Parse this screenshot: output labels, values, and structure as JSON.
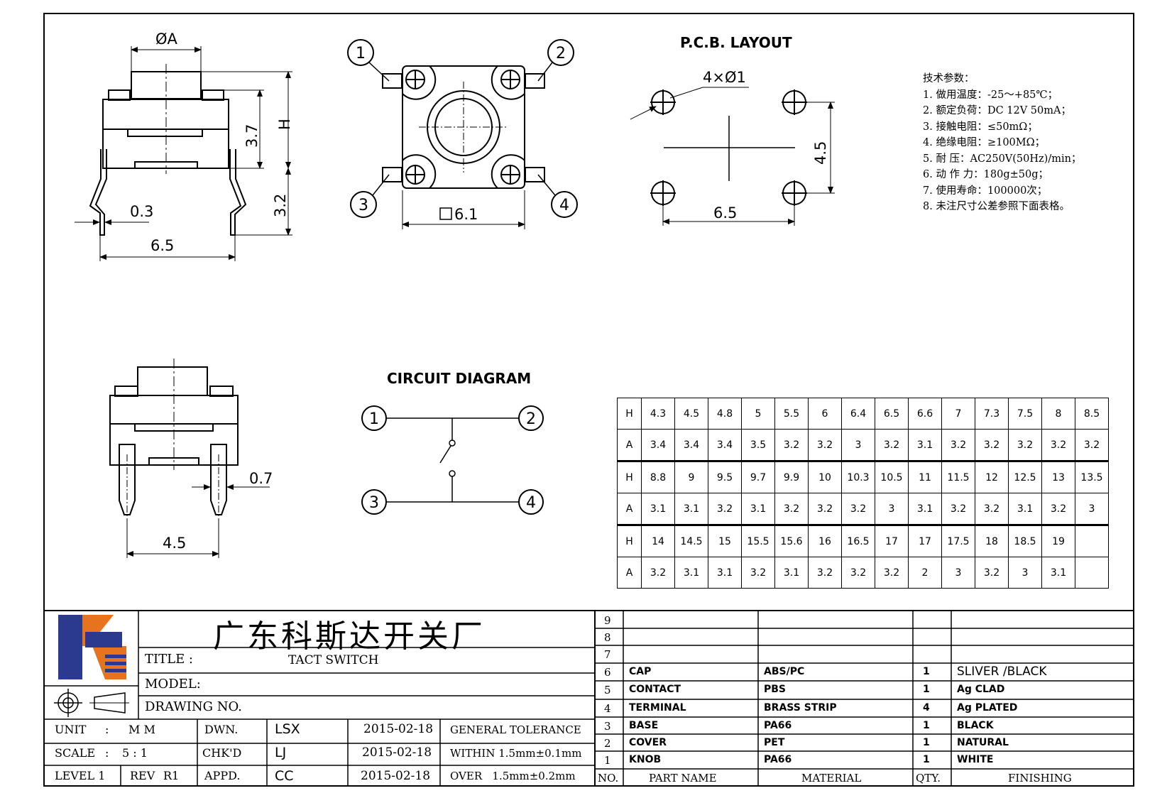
{
  "drawing": {
    "pcb_title": "P.C.B. LAYOUT",
    "circuit_title": "CIRCUIT DIAGRAM",
    "dims": {
      "dia_a": "ØA",
      "h": "H",
      "d37": "3.7",
      "d32": "3.2",
      "d03": "0.3",
      "d65": "6.5",
      "sq61": "6.1",
      "holes": "4×Ø1",
      "d45": "4.5",
      "d65b": "6.5",
      "d07": "0.7",
      "d45b": "4.5"
    },
    "pins": [
      "1",
      "2",
      "3",
      "4"
    ]
  },
  "specs": {
    "heading": "技术参数：",
    "lines": [
      "1.  做用温度：-25～+85℃；",
      "2.  额定负荷：DC 12V 50mA；",
      "3.  接触电阻：≤50mΩ；",
      "4.  绝缘电阻：≥100MΩ；",
      "5.  耐    压：AC250V(50Hz)/min；",
      "6.  动 作 力：180g±50g；",
      "7.  使用寿命：100000次；",
      "8.  未注尺寸公差参照下面表格。"
    ]
  },
  "dim_table": {
    "rows": [
      {
        "key": "H",
        "values": [
          "4.3",
          "4.5",
          "4.8",
          "5",
          "5.5",
          "6",
          "6.4",
          "6.5",
          "6.6",
          "7",
          "7.3",
          "7.5",
          "8",
          "8.5"
        ]
      },
      {
        "key": "A",
        "values": [
          "3.4",
          "3.4",
          "3.4",
          "3.5",
          "3.2",
          "3.2",
          "3",
          "3.2",
          "3.1",
          "3.2",
          "3.2",
          "3.2",
          "3.2",
          "3.2"
        ]
      },
      {
        "key": "H",
        "values": [
          "8.8",
          "9",
          "9.5",
          "9.7",
          "9.9",
          "10",
          "10.3",
          "10.5",
          "11",
          "11.5",
          "12",
          "12.5",
          "13",
          "13.5"
        ]
      },
      {
        "key": "A",
        "values": [
          "3.1",
          "3.1",
          "3.2",
          "3.1",
          "3.2",
          "3.2",
          "3.2",
          "3",
          "3.1",
          "3.2",
          "3.2",
          "3.1",
          "3.2",
          "3"
        ]
      },
      {
        "key": "H",
        "values": [
          "14",
          "14.5",
          "15",
          "15.5",
          "15.6",
          "16",
          "16.5",
          "17",
          "17",
          "17.5",
          "18",
          "18.5",
          "19",
          ""
        ]
      },
      {
        "key": "A",
        "values": [
          "3.2",
          "3.1",
          "3.1",
          "3.2",
          "3.1",
          "3.2",
          "3.2",
          "3.2",
          "2",
          "3",
          "3.2",
          "3",
          "3.1",
          ""
        ]
      }
    ]
  },
  "title_block": {
    "company": "广东科斯达开关厂",
    "title_label": "TITLE :",
    "title_value": "TACT SWITCH",
    "model_label": "MODEL:",
    "drawing_no_label": "DRAWING NO.",
    "unit_label": "UNIT",
    "unit_colon": ":",
    "unit_value": "M M",
    "scale_label": "SCALE",
    "scale_colon": ":",
    "scale_value": "5 : 1",
    "level_label": "LEVEL 1",
    "rev_label": "REV",
    "rev_value": "R1",
    "dwn_label": "DWN.",
    "dwn_name": "LSX",
    "dwn_date": "2015-02-18",
    "chk_label": "CHK'D",
    "chk_name": "LJ",
    "chk_date": "2015-02-18",
    "appd_label": "APPD.",
    "appd_name": "CC",
    "appd_date": "2015-02-18",
    "tol_label": "GENERAL TOLERANCE",
    "tol_within": "WITHIN 1.5mm±0.1mm",
    "tol_over": "OVER   1.5mm±0.2mm",
    "colors": {
      "logo_blue": "#2b3a8f",
      "logo_orange": "#e8731e"
    }
  },
  "bom": {
    "headers": {
      "no": "NO.",
      "part": "PART NAME",
      "material": "MATERIAL",
      "qty": "QTY.",
      "finish": "FINISHING"
    },
    "rows": [
      {
        "no": "9",
        "part": "",
        "material": "",
        "qty": "",
        "finish": ""
      },
      {
        "no": "8",
        "part": "",
        "material": "",
        "qty": "",
        "finish": ""
      },
      {
        "no": "7",
        "part": "",
        "material": "",
        "qty": "",
        "finish": ""
      },
      {
        "no": "6",
        "part": "CAP",
        "material": "ABS/PC",
        "qty": "1",
        "finish": "SLIVER /BLACK"
      },
      {
        "no": "5",
        "part": "CONTACT",
        "material": "PBS",
        "qty": "1",
        "finish": "Ag CLAD"
      },
      {
        "no": "4",
        "part": "TERMINAL",
        "material": "BRASS STRIP",
        "qty": "4",
        "finish": "Ag PLATED"
      },
      {
        "no": "3",
        "part": "BASE",
        "material": "PA66",
        "qty": "1",
        "finish": "BLACK"
      },
      {
        "no": "2",
        "part": "COVER",
        "material": "PET",
        "qty": "1",
        "finish": "NATURAL"
      },
      {
        "no": "1",
        "part": "KNOB",
        "material": "PA66",
        "qty": "1",
        "finish": "WHITE"
      }
    ]
  }
}
